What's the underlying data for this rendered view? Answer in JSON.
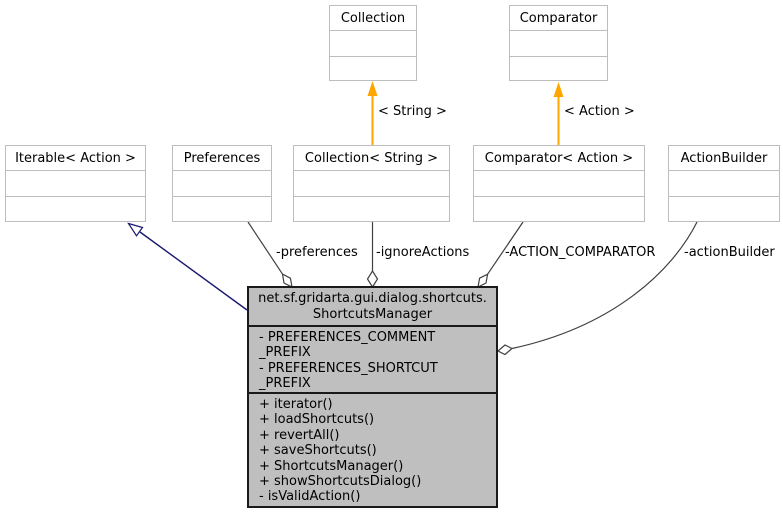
{
  "diagram": {
    "nodes": {
      "collection": "Collection",
      "comparator": "Comparator",
      "iterable_action": "Iterable< Action >",
      "preferences": "Preferences",
      "collection_string": "Collection< String >",
      "comparator_action": "Comparator< Action >",
      "action_builder": "ActionBuilder"
    },
    "main_class": {
      "title_line1": "net.sf.gridarta.gui.dialog.shortcuts.",
      "title_line2": "ShortcutsManager",
      "field_lines": [
        "- PREFERENCES_COMMENT",
        "_PREFIX",
        "- PREFERENCES_SHORTCUT",
        "_PREFIX"
      ],
      "methods": [
        "+ iterator()",
        "+ loadShortcuts()",
        "+ revertAll()",
        "+ saveShortcuts()",
        "+ ShortcutsManager()",
        "+ showShortcutsDialog()",
        "- isValidAction()"
      ]
    },
    "edge_labels": {
      "preferences": "-preferences",
      "ignore_actions": "-ignoreActions",
      "action_comparator": "-ACTION_COMPARATOR",
      "action_builder": "-actionBuilder",
      "template_string": "< String >",
      "template_action": "< Action >"
    },
    "colors": {
      "template-arrow": "#ffa500",
      "inheritance-arrow": "#191970",
      "edge-line": "#404040",
      "node-border": "#bdbdbd",
      "main-fill": "#bfbfbf",
      "main-border": "#1a1a1a"
    }
  }
}
